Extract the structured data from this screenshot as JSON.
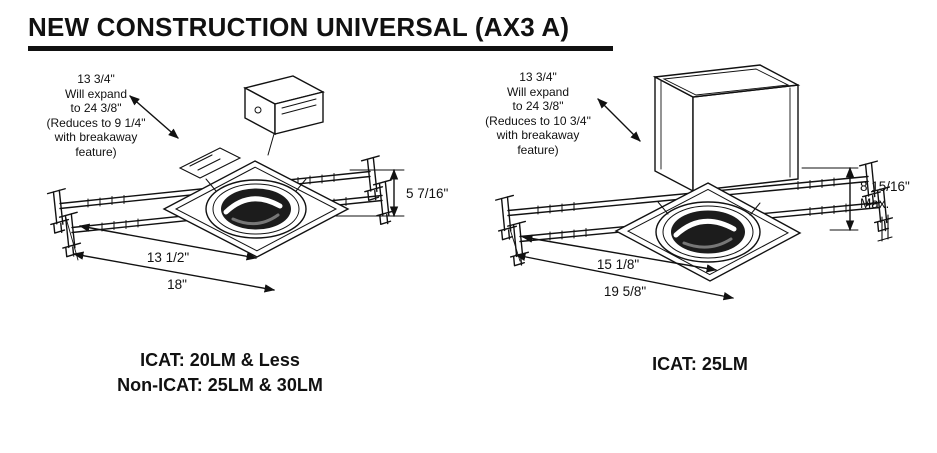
{
  "header": {
    "title": "NEW CONSTRUCTION UNIVERSAL (AX3 A)"
  },
  "colors": {
    "ink": "#111111",
    "background": "#ffffff"
  },
  "left": {
    "note": [
      "13 3/4\"",
      "Will expand",
      "to 24 3/8\"",
      "(Reduces to 9 1/4\"",
      "with breakaway",
      "feature)"
    ],
    "height_dim": "5 7/16\"",
    "width_inner_dim": "13 1/2\"",
    "width_outer_dim": "18\"",
    "caption": [
      "ICAT: 20LM & Less",
      "Non-ICAT: 25LM & 30LM"
    ]
  },
  "right": {
    "note": [
      "13 3/4\"",
      "Will expand",
      "to 24 3/8\"",
      "(Reduces to 10 3/4\"",
      "with breakaway",
      "feature)"
    ],
    "height_dim": "8 15/16\"",
    "height_dim_suffix": "Max.",
    "width_inner_dim": "15 1/8\"",
    "width_outer_dim": "19 5/8\"",
    "caption": [
      "ICAT: 25LM"
    ]
  }
}
